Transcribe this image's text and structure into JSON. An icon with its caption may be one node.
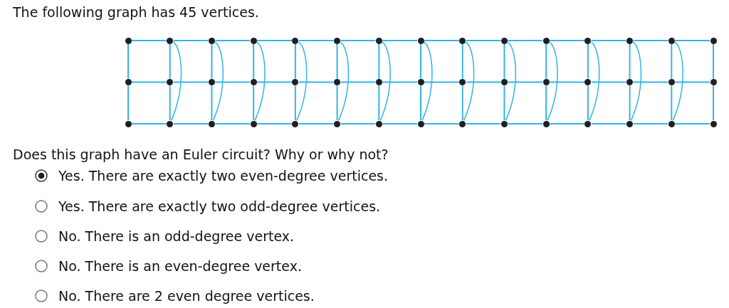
{
  "diagram": {
    "title": "The following graph has 45 vertices.",
    "nodes": [
      {
        "text": [],
        "shape": "circle"
      },
      {
        "text": [],
        "shape": "circle"
      },
      {
        "text": [],
        "shape": "circle"
      },
      {
        "text": [],
        "shape": "circle"
      },
      {
        "text": [],
        "shape": "circle"
      },
      {
        "text": [],
        "shape": "circle"
      },
      {
        "text": [],
        "shape": "circle"
      },
      {
        "text": [],
        "shape": "circle"
      },
      {
        "text": [],
        "shape": "circle"
      },
      {
        "text": [],
        "shape": "circle"
      },
      {
        "text": [],
        "shape": "circle"
      },
      {
        "text": [],
        "shape": "circle"
      },
      {
        "text": [],
        "shape": "circle"
      },
      {
        "text": [],
        "shape": "circle"
      },
      {
        "text": [],
        "shape": "circle"
      },
      {
        "text": [],
        "shape": "circle"
      },
      {
        "text": [],
        "shape": "circle"
      },
      {
        "text": [],
        "shape": "circle"
      },
      {
        "text": [],
        "shape": "circle"
      },
      {
        "text": [],
        "shape": "circle"
      },
      {
        "text": [],
        "shape": "circle"
      },
      {
        "text": [],
        "shape": "circle"
      },
      {
        "text": [],
        "shape": "circle"
      },
      {
        "text": [],
        "shape": "circle"
      },
      {
        "text": [],
        "shape": "circle"
      },
      {
        "text": [],
        "shape": "circle"
      },
      {
        "text": [],
        "shape": "circle"
      },
      {
        "text": [],
        "shape": "circle"
      },
      {
        "text": [],
        "shape": "circle"
      },
      {
        "text": [],
        "shape": "circle"
      },
      {
        "text": [],
        "shape": "circle"
      },
      {
        "text": [],
        "shape": "circle"
      },
      {
        "text": [],
        "shape": "circle"
      },
      {
        "text": [],
        "shape": "circle"
      },
      {
        "text": [],
        "shape": "circle"
      },
      {
        "text": [],
        "shape": "circle"
      },
      {
        "text": [],
        "shape": "circle"
      },
      {
        "text": [],
        "shape": "circle"
      },
      {
        "text": [],
        "shape": "circle"
      },
      {
        "text": [],
        "shape": "circle"
      },
      {
        "text": [],
        "shape": "circle"
      },
      {
        "text": [],
        "shape": "circle"
      },
      {
        "text": [],
        "shape": "circle"
      },
      {
        "text": [],
        "shape": "circle"
      },
      {
        "text": [],
        "shape": "circle"
      }
    ],
    "edges": [
      {
        "from": 0,
        "to": 1,
        "arrow": "none"
      },
      {
        "from": 1,
        "to": 2,
        "arrow": "none"
      },
      {
        "from": 2,
        "to": 3,
        "arrow": "none"
      },
      {
        "from": 3,
        "to": 4,
        "arrow": "none"
      },
      {
        "from": 4,
        "to": 5,
        "arrow": "none"
      },
      {
        "from": 5,
        "to": 6,
        "arrow": "none"
      },
      {
        "from": 6,
        "to": 7,
        "arrow": "none"
      },
      {
        "from": 7,
        "to": 8,
        "arrow": "none"
      },
      {
        "from": 8,
        "to": 9,
        "arrow": "none"
      },
      {
        "from": 9,
        "to": 10,
        "arrow": "none"
      },
      {
        "from": 10,
        "to": 11,
        "arrow": "none"
      },
      {
        "from": 11,
        "to": 12,
        "arrow": "none"
      },
      {
        "from": 12,
        "to": 13,
        "arrow": "none"
      },
      {
        "from": 13,
        "to": 14,
        "arrow": "none"
      },
      {
        "from": 15,
        "to": 16,
        "arrow": "none"
      },
      {
        "from": 16,
        "to": 17,
        "arrow": "none"
      },
      {
        "from": 17,
        "to": 18,
        "arrow": "none"
      },
      {
        "from": 18,
        "to": 19,
        "arrow": "none"
      },
      {
        "from": 19,
        "to": 20,
        "arrow": "none"
      },
      {
        "from": 20,
        "to": 21,
        "arrow": "none"
      },
      {
        "from": 21,
        "to": 22,
        "arrow": "none"
      },
      {
        "from": 22,
        "to": 23,
        "arrow": "none"
      },
      {
        "from": 23,
        "to": 24,
        "arrow": "none"
      },
      {
        "from": 24,
        "to": 25,
        "arrow": "none"
      },
      {
        "from": 25,
        "to": 26,
        "arrow": "none"
      },
      {
        "from": 26,
        "to": 27,
        "arrow": "none"
      },
      {
        "from": 27,
        "to": 28,
        "arrow": "none"
      },
      {
        "from": 28,
        "to": 29,
        "arrow": "none"
      },
      {
        "from": 30,
        "to": 31,
        "arrow": "none"
      },
      {
        "from": 31,
        "to": 32,
        "arrow": "none"
      },
      {
        "from": 32,
        "to": 33,
        "arrow": "none"
      },
      {
        "from": 33,
        "to": 34,
        "arrow": "none"
      },
      {
        "from": 34,
        "to": 35,
        "arrow": "none"
      },
      {
        "from": 35,
        "to": 36,
        "arrow": "none"
      },
      {
        "from": 36,
        "to": 37,
        "arrow": "none"
      },
      {
        "from": 37,
        "to": 38,
        "arrow": "none"
      },
      {
        "from": 38,
        "to": 39,
        "arrow": "none"
      },
      {
        "from": 39,
        "to": 40,
        "arrow": "none"
      },
      {
        "from": 40,
        "to": 41,
        "arrow": "none"
      },
      {
        "from": 41,
        "to": 42,
        "arrow": "none"
      },
      {
        "from": 42,
        "to": 43,
        "arrow": "none"
      },
      {
        "from": 43,
        "to": 44,
        "arrow": "none"
      },
      {
        "from": 0,
        "to": 15,
        "arrow": "none"
      },
      {
        "from": 15,
        "to": 30,
        "arrow": "none"
      },
      {
        "from": 1,
        "to": 16,
        "arrow": "none"
      },
      {
        "from": 16,
        "to": 31,
        "arrow": "none"
      },
      {
        "from": 2,
        "to": 17,
        "arrow": "none"
      },
      {
        "from": 17,
        "to": 32,
        "arrow": "none"
      },
      {
        "from": 3,
        "to": 18,
        "arrow": "none"
      },
      {
        "from": 18,
        "to": 33,
        "arrow": "none"
      },
      {
        "from": 4,
        "to": 19,
        "arrow": "none"
      },
      {
        "from": 19,
        "to": 34,
        "arrow": "none"
      },
      {
        "from": 5,
        "to": 20,
        "arrow": "none"
      },
      {
        "from": 20,
        "to": 35,
        "arrow": "none"
      },
      {
        "from": 6,
        "to": 21,
        "arrow": "none"
      },
      {
        "from": 21,
        "to": 36,
        "arrow": "none"
      },
      {
        "from": 7,
        "to": 22,
        "arrow": "none"
      },
      {
        "from": 22,
        "to": 37,
        "arrow": "none"
      },
      {
        "from": 8,
        "to": 23,
        "arrow": "none"
      },
      {
        "from": 23,
        "to": 38,
        "arrow": "none"
      },
      {
        "from": 9,
        "to": 24,
        "arrow": "none"
      },
      {
        "from": 24,
        "to": 39,
        "arrow": "none"
      },
      {
        "from": 10,
        "to": 25,
        "arrow": "none"
      },
      {
        "from": 25,
        "to": 40,
        "arrow": "none"
      },
      {
        "from": 11,
        "to": 26,
        "arrow": "none"
      },
      {
        "from": 26,
        "to": 41,
        "arrow": "none"
      },
      {
        "from": 12,
        "to": 27,
        "arrow": "none"
      },
      {
        "from": 27,
        "to": 42,
        "arrow": "none"
      },
      {
        "from": 13,
        "to": 28,
        "arrow": "none"
      },
      {
        "from": 28,
        "to": 43,
        "arrow": "none"
      },
      {
        "from": 14,
        "to": 29,
        "arrow": "none"
      },
      {
        "from": 29,
        "to": 44,
        "arrow": "none"
      },
      {
        "from": 1,
        "to": 31,
        "arrow": "none"
      },
      {
        "from": 2,
        "to": 32,
        "arrow": "none"
      },
      {
        "from": 3,
        "to": 33,
        "arrow": "none"
      },
      {
        "from": 4,
        "to": 34,
        "arrow": "none"
      },
      {
        "from": 5,
        "to": 35,
        "arrow": "none"
      },
      {
        "from": 6,
        "to": 36,
        "arrow": "none"
      },
      {
        "from": 7,
        "to": 37,
        "arrow": "none"
      },
      {
        "from": 8,
        "to": 38,
        "arrow": "none"
      },
      {
        "from": 9,
        "to": 39,
        "arrow": "none"
      },
      {
        "from": 10,
        "to": 40,
        "arrow": "none"
      },
      {
        "from": 11,
        "to": 41,
        "arrow": "none"
      },
      {
        "from": 12,
        "to": 42,
        "arrow": "none"
      },
      {
        "from": 13,
        "to": 43,
        "arrow": "none"
      }
    ],
    "labels": [
      "Does this graph have an Euler circuit? Why or why not?",
      "Yes. There are exactly two even-degree vertices.",
      "Yes. There are exactly two odd-degree vertices.",
      "No. There is an odd-degree vertex.",
      "No. There is an even-degree vertex.",
      "No. There are 2 even degree vertices."
    ]
  }
}
